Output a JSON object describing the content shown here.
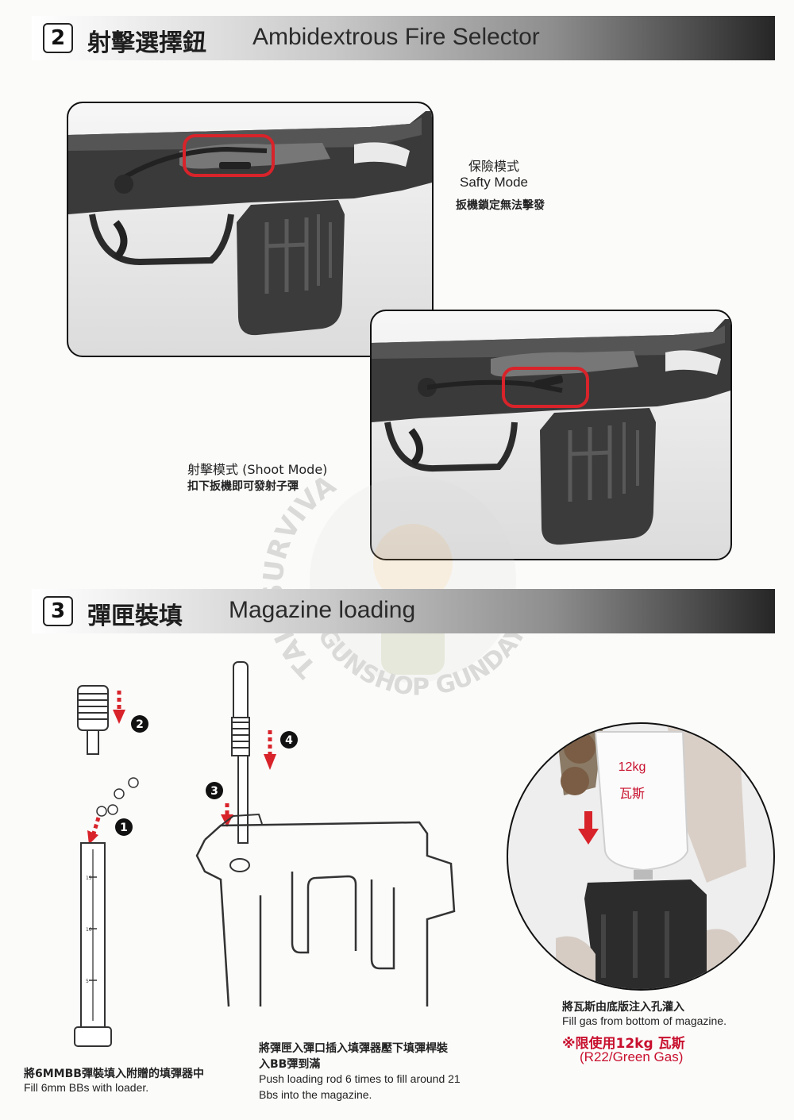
{
  "section2": {
    "number": "2",
    "title_zh": "射擊選擇鈕",
    "title_en": "Ambidextrous Fire Selector",
    "safety": {
      "zh": "保險模式",
      "en": "Safty Mode",
      "desc": "扳機鎖定無法擊發"
    },
    "shoot": {
      "title": "射擊模式 (Shoot Mode)",
      "desc": "扣下扳機即可發射子彈"
    }
  },
  "section3": {
    "number": "3",
    "title_zh": "彈匣裝填",
    "title_en": "Magazine loading",
    "steps": [
      "1",
      "2",
      "3",
      "4"
    ],
    "loader_scale": [
      "15",
      "10",
      "5"
    ],
    "caption_left": {
      "zh": "將6MMBB彈裝填入附贈的填彈器中",
      "en": "Fill 6mm BBs with loader."
    },
    "caption_mid": {
      "zh_line1": "將彈匣入彈口插入填彈器壓下填彈桿裝",
      "zh_line2": "入BB彈到滿",
      "en_line1": "Push loading rod 6 times to fill around  21",
      "en_line2": "Bbs into the magazine."
    },
    "gas_can": {
      "line1": "12kg",
      "line2": "瓦斯"
    },
    "caption_right": {
      "zh": "將瓦斯由底版注入孔灌入",
      "en": "Fill gas from bottom of magazine.",
      "warn_zh": "※限使用12kg 瓦斯",
      "warn_en": "(R22/Green Gas)"
    }
  },
  "watermark": {
    "arc_left": "TAIL SURVIVAL",
    "arc_right": "GUNSHOP  GUNDAY .COM"
  },
  "colors": {
    "highlight_red": "#d8232a",
    "step_circle": "#111111",
    "warn_red": "#c8102e"
  }
}
